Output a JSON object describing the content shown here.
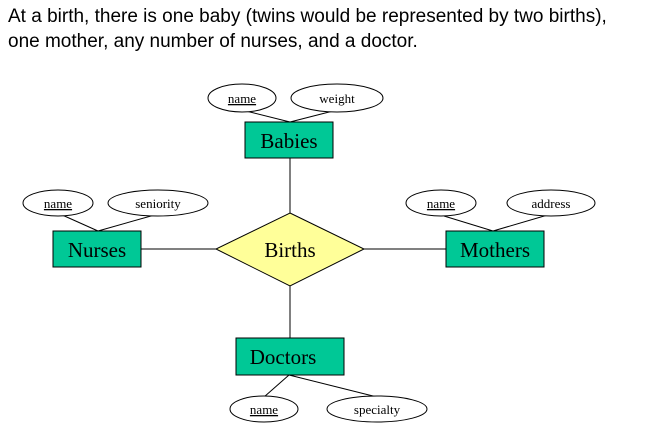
{
  "caption": {
    "line1": "At a birth, there is one baby (twins would be represented by two births),",
    "line2": "one mother, any number of nurses, and a doctor."
  },
  "diagram": {
    "colors": {
      "entity_fill": "#00c896",
      "relationship_fill": "#ffff99",
      "attribute_fill": "#ffffff",
      "stroke": "#000000"
    },
    "entities": {
      "babies": "Babies",
      "nurses": "Nurses",
      "mothers": "Mothers",
      "doctors": "Doctors"
    },
    "relationship": "Births",
    "attributes": {
      "babies_name": "name",
      "babies_weight": "weight",
      "nurses_name": "name",
      "nurses_seniority": "seniority",
      "mothers_name": "name",
      "mothers_address": "address",
      "doctors_name": "name",
      "doctors_specialty": "specialty"
    }
  }
}
